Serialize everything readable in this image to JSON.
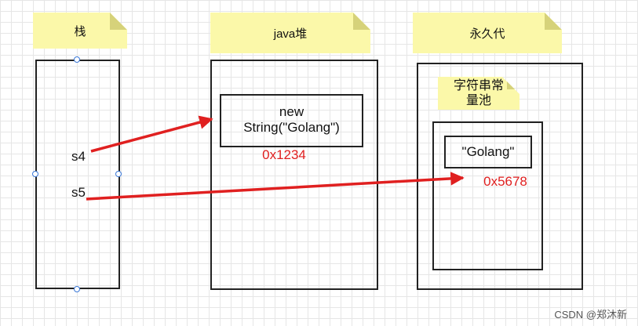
{
  "notes": {
    "stack": "栈",
    "heap": "java堆",
    "permgen": "永久代",
    "string_pool": "字符串常量池"
  },
  "stack_vars": {
    "s4": "s4",
    "s5": "s5"
  },
  "heap_object": {
    "line1": "new",
    "line2": "String(\"Golang\")",
    "address": "0x1234"
  },
  "pool_object": {
    "label": "\"Golang\"",
    "address": "0x5678"
  },
  "arrow_color": "#e02020",
  "footer": "CSDN @郑沐新"
}
